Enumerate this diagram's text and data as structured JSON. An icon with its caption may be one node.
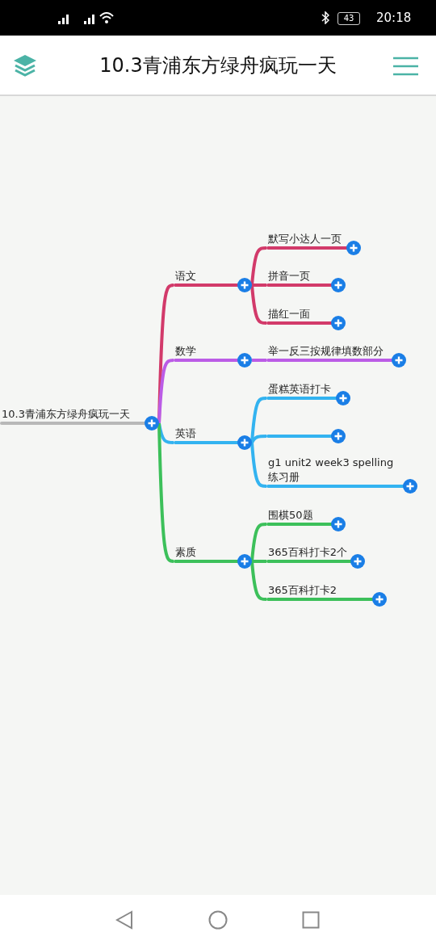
{
  "diagram": {
    "title": "10.3青浦东方绿舟疯玩一天",
    "nodes": [
      {
        "text": [
          "10.3青浦东方绿舟疯玩一天"
        ]
      },
      {
        "text": [
          "语文"
        ]
      },
      {
        "text": [
          "默写小达人一页"
        ]
      },
      {
        "text": [
          "拼音一页"
        ]
      },
      {
        "text": [
          "描红一面"
        ]
      },
      {
        "text": [
          "数学"
        ]
      },
      {
        "text": [
          "举一反三按规律填数部分"
        ]
      },
      {
        "text": [
          "英语"
        ]
      },
      {
        "text": [
          "蛋糕英语打卡"
        ]
      },
      {
        "text": [],
        "shape": "bar"
      },
      {
        "text": [
          "g1 unit2 week3 spelling练习册"
        ]
      },
      {
        "text": [
          "素质"
        ]
      },
      {
        "text": [
          "围棋50题"
        ]
      },
      {
        "text": [
          "365百科打卡2个"
        ]
      },
      {
        "text": [
          "365百科打卡2"
        ]
      }
    ],
    "edges": [
      {
        "from": 0,
        "to": 1,
        "arrow": "none",
        "color": "#d23a6a"
      },
      {
        "from": 1,
        "to": 2,
        "arrow": "none",
        "color": "#d23a6a"
      },
      {
        "from": 1,
        "to": 3,
        "arrow": "none",
        "color": "#d23a6a"
      },
      {
        "from": 1,
        "to": 4,
        "arrow": "none",
        "color": "#d23a6a"
      },
      {
        "from": 0,
        "to": 5,
        "arrow": "none",
        "color": "#bb5ce6"
      },
      {
        "from": 5,
        "to": 6,
        "arrow": "none",
        "color": "#bb5ce6"
      },
      {
        "from": 0,
        "to": 7,
        "arrow": "none",
        "color": "#33b3f0"
      },
      {
        "from": 7,
        "to": 8,
        "arrow": "none",
        "color": "#33b3f0"
      },
      {
        "from": 7,
        "to": 9,
        "arrow": "none",
        "color": "#33b3f0"
      },
      {
        "from": 7,
        "to": 10,
        "arrow": "none",
        "color": "#33b3f0"
      },
      {
        "from": 0,
        "to": 11,
        "arrow": "none",
        "color": "#3cc05a"
      },
      {
        "from": 11,
        "to": 12,
        "arrow": "none",
        "color": "#3cc05a"
      },
      {
        "from": 11,
        "to": 13,
        "arrow": "none",
        "color": "#3cc05a"
      },
      {
        "from": 11,
        "to": 14,
        "arrow": "none",
        "color": "#3cc05a"
      }
    ],
    "labels": [
      "20:18",
      "43"
    ]
  }
}
